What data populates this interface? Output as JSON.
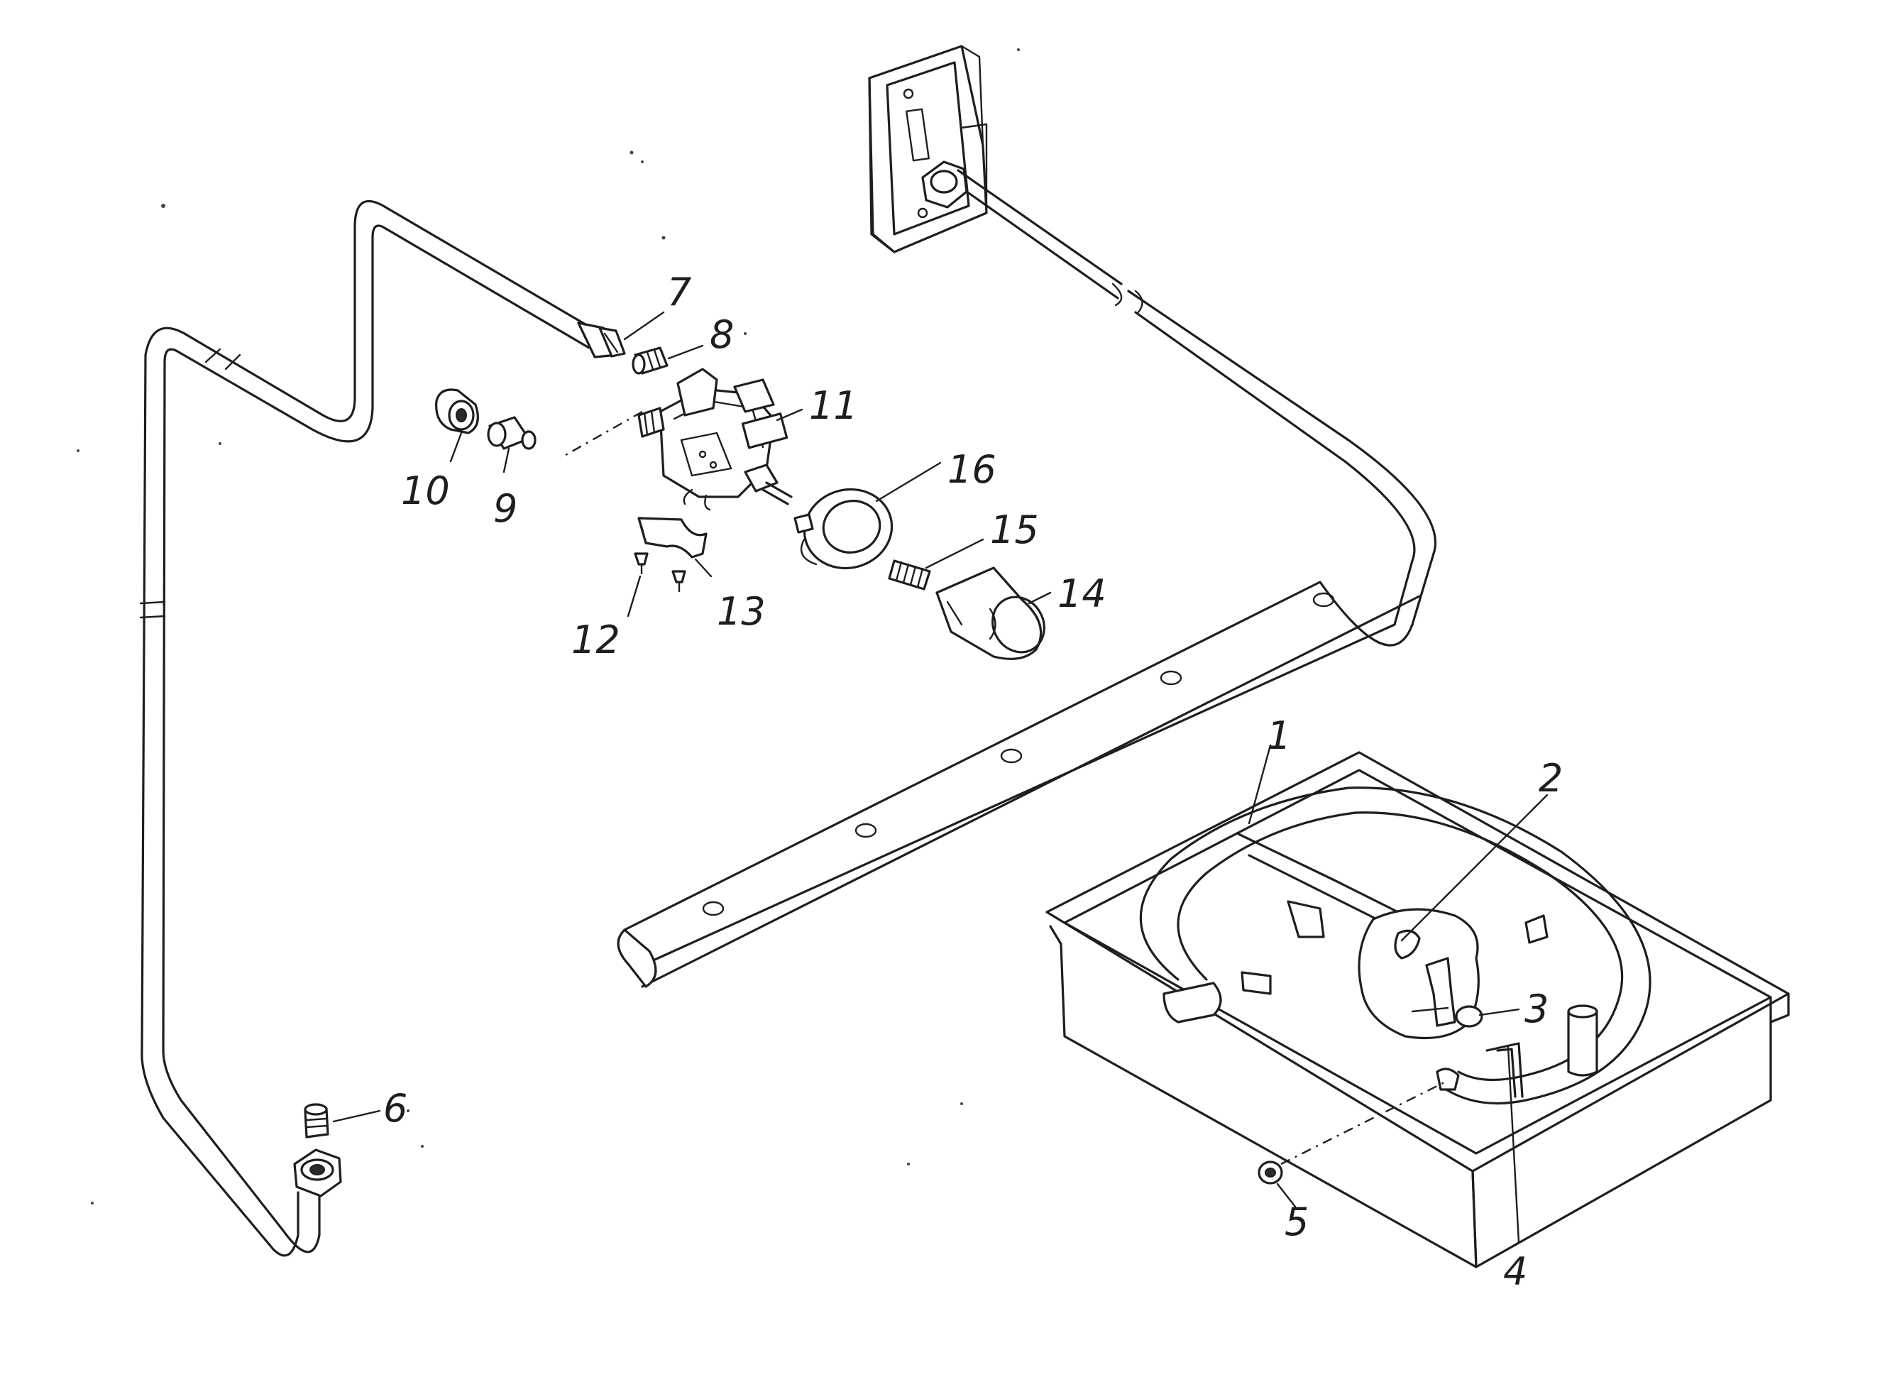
{
  "parts": [
    {
      "id": "part-1",
      "label": "1"
    },
    {
      "id": "part-2",
      "label": "2"
    },
    {
      "id": "part-3",
      "label": "3"
    },
    {
      "id": "part-4",
      "label": "4"
    },
    {
      "id": "part-5",
      "label": "5"
    },
    {
      "id": "part-6",
      "label": "6"
    },
    {
      "id": "part-7",
      "label": "7"
    },
    {
      "id": "part-8",
      "label": "8"
    },
    {
      "id": "part-9",
      "label": "9"
    },
    {
      "id": "part-10",
      "label": "10"
    },
    {
      "id": "part-11",
      "label": "11"
    },
    {
      "id": "part-12",
      "label": "12"
    },
    {
      "id": "part-13",
      "label": "13"
    },
    {
      "id": "part-14",
      "label": "14"
    },
    {
      "id": "part-15",
      "label": "15"
    },
    {
      "id": "part-16",
      "label": "16"
    }
  ]
}
